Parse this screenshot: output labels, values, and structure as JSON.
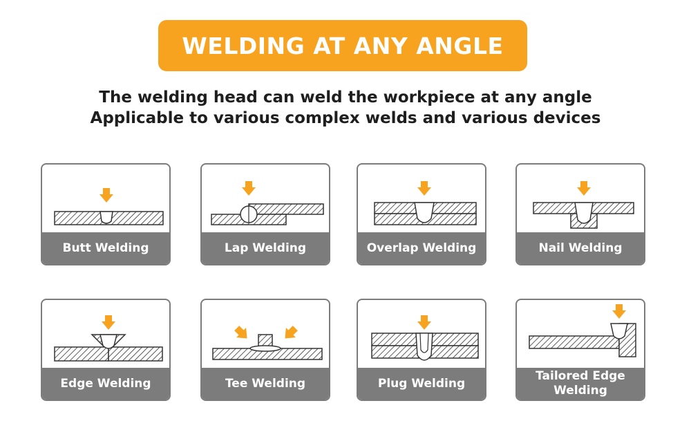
{
  "banner": {
    "title": "WELDING AT ANY ANGLE",
    "color": "#f7a31f"
  },
  "subtitle": {
    "line1": "The welding head can weld the workpiece at any angle",
    "line2": "Applicable to various complex welds and various devices"
  },
  "cards": [
    {
      "label": "Butt Welding",
      "icon": "butt-weld-diagram"
    },
    {
      "label": "Lap Welding",
      "icon": "lap-weld-diagram"
    },
    {
      "label": "Overlap Welding",
      "icon": "overlap-weld-diagram"
    },
    {
      "label": "Nail Welding",
      "icon": "nail-weld-diagram"
    },
    {
      "label": "Edge Welding",
      "icon": "edge-weld-diagram"
    },
    {
      "label": "Tee Welding",
      "icon": "tee-weld-diagram"
    },
    {
      "label": "Plug Welding",
      "icon": "plug-weld-diagram"
    },
    {
      "label": "Tailored Edge Welding",
      "icon": "tailored-edge-weld-diagram"
    }
  ],
  "colors": {
    "arrow": "#f7a31f",
    "label_bg": "#7c7c7c",
    "hatch": "#333333"
  }
}
